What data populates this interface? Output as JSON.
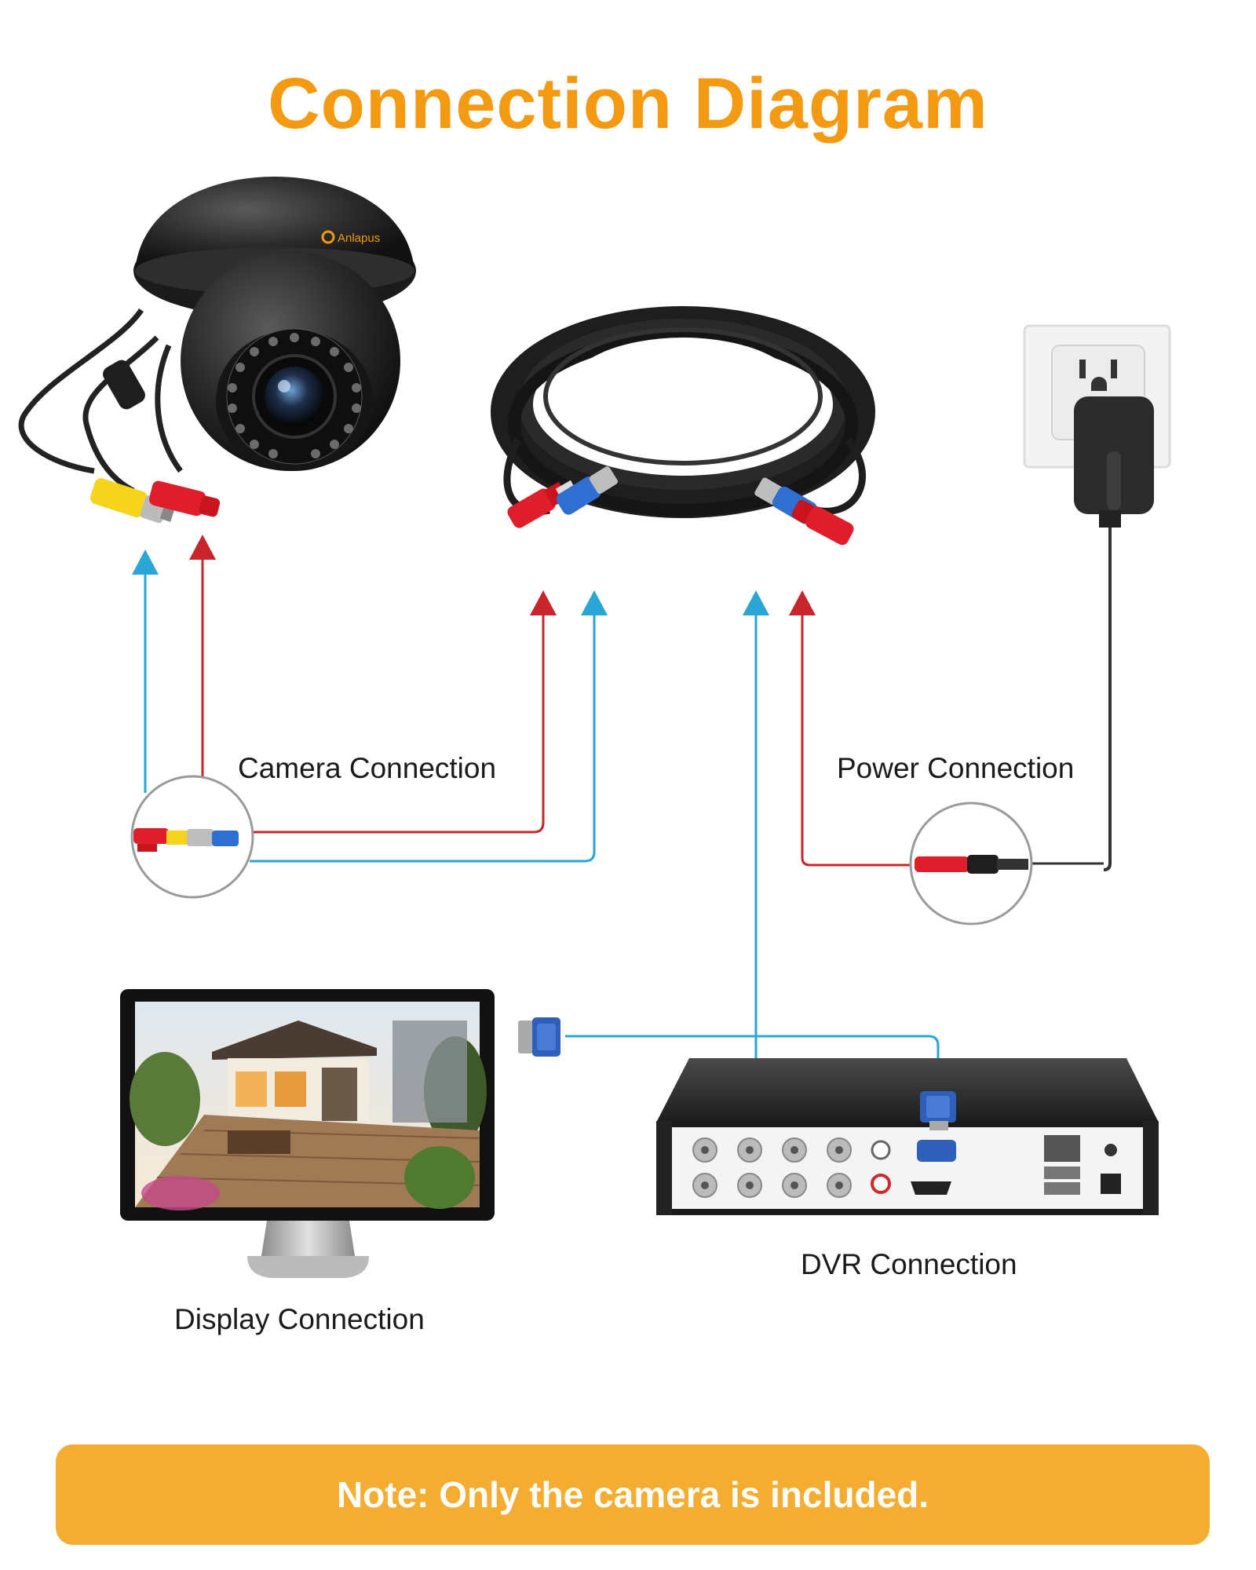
{
  "title": "Connection Diagram",
  "labels": {
    "camera_connection": "Camera Connection",
    "power_connection": "Power Connection",
    "dvr_connection": "DVR Connection",
    "display_connection": "Display Connection"
  },
  "note": "Note: Only the camera is included.",
  "colors": {
    "title": "#f39a12",
    "note_bg": "#f4ad30",
    "video_line": "#2aa6d6",
    "power_line": "#c8242b",
    "adapter_line": "#333333"
  }
}
